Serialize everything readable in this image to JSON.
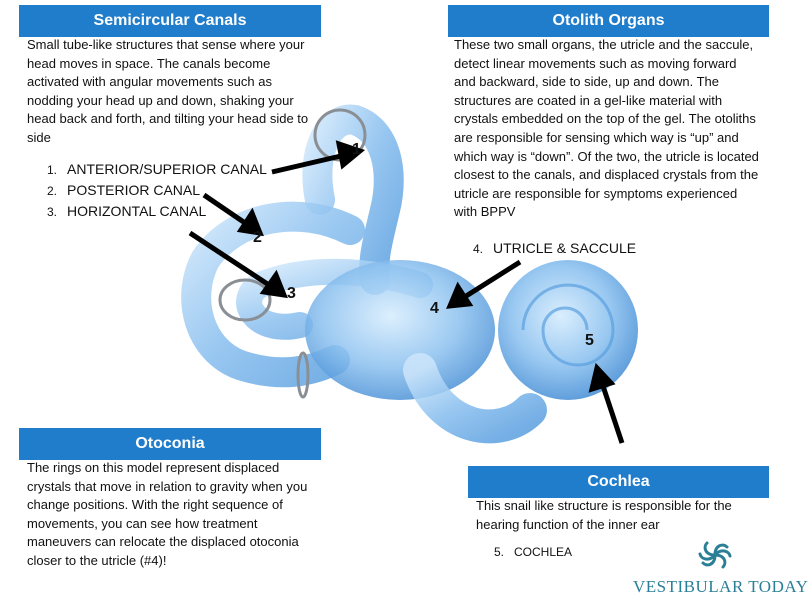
{
  "semicircular": {
    "heading": "Semicircular Canals",
    "body": "Small tube-like structures that sense where your head moves in space. The canals become activated with angular movements such as nodding your head up and down, shaking your head back and forth, and tilting your head side to side",
    "items": [
      {
        "n": "1.",
        "label": "ANTERIOR/SUPERIOR CANAL"
      },
      {
        "n": "2.",
        "label": "POSTERIOR CANAL"
      },
      {
        "n": "3.",
        "label": "HORIZONTAL CANAL"
      }
    ]
  },
  "otolith": {
    "heading": "Otolith Organs",
    "body": "These two small organs, the utricle and the saccule, detect linear movements such as moving forward and backward, side to side, up and down. The structures are coated in a gel-like material with crystals embedded on the top of the gel. The otoliths are responsible for sensing which way is “up” and which way is “down”. Of the two, the utricle is located closest to the canals, and displaced crystals from the utricle are responsible for symptoms experienced with BPPV",
    "item": {
      "n": "4.",
      "label": "UTRICLE & SACCULE"
    }
  },
  "otoconia": {
    "heading": "Otoconia",
    "body": "The rings on this model represent displaced crystals that move in relation to gravity when you change positions. With the right sequence of movements, you can see how treatment maneuvers can relocate the displaced otoconia closer to the utricle (#4)!"
  },
  "cochlea": {
    "heading": "Cochlea",
    "body": "This snail like structure is responsible for the hearing function of the inner ear",
    "item": {
      "n": "5.",
      "label": "COCHLEA"
    }
  },
  "markers": [
    "1",
    "2",
    "3",
    "4",
    "5"
  ],
  "brand": {
    "name": "VESTIBULAR TODAY",
    "icon": "swirl-logo-icon",
    "color": "#2a7f96"
  },
  "colors": {
    "header": "#1f7dcb",
    "model": "#8fc3f0"
  }
}
